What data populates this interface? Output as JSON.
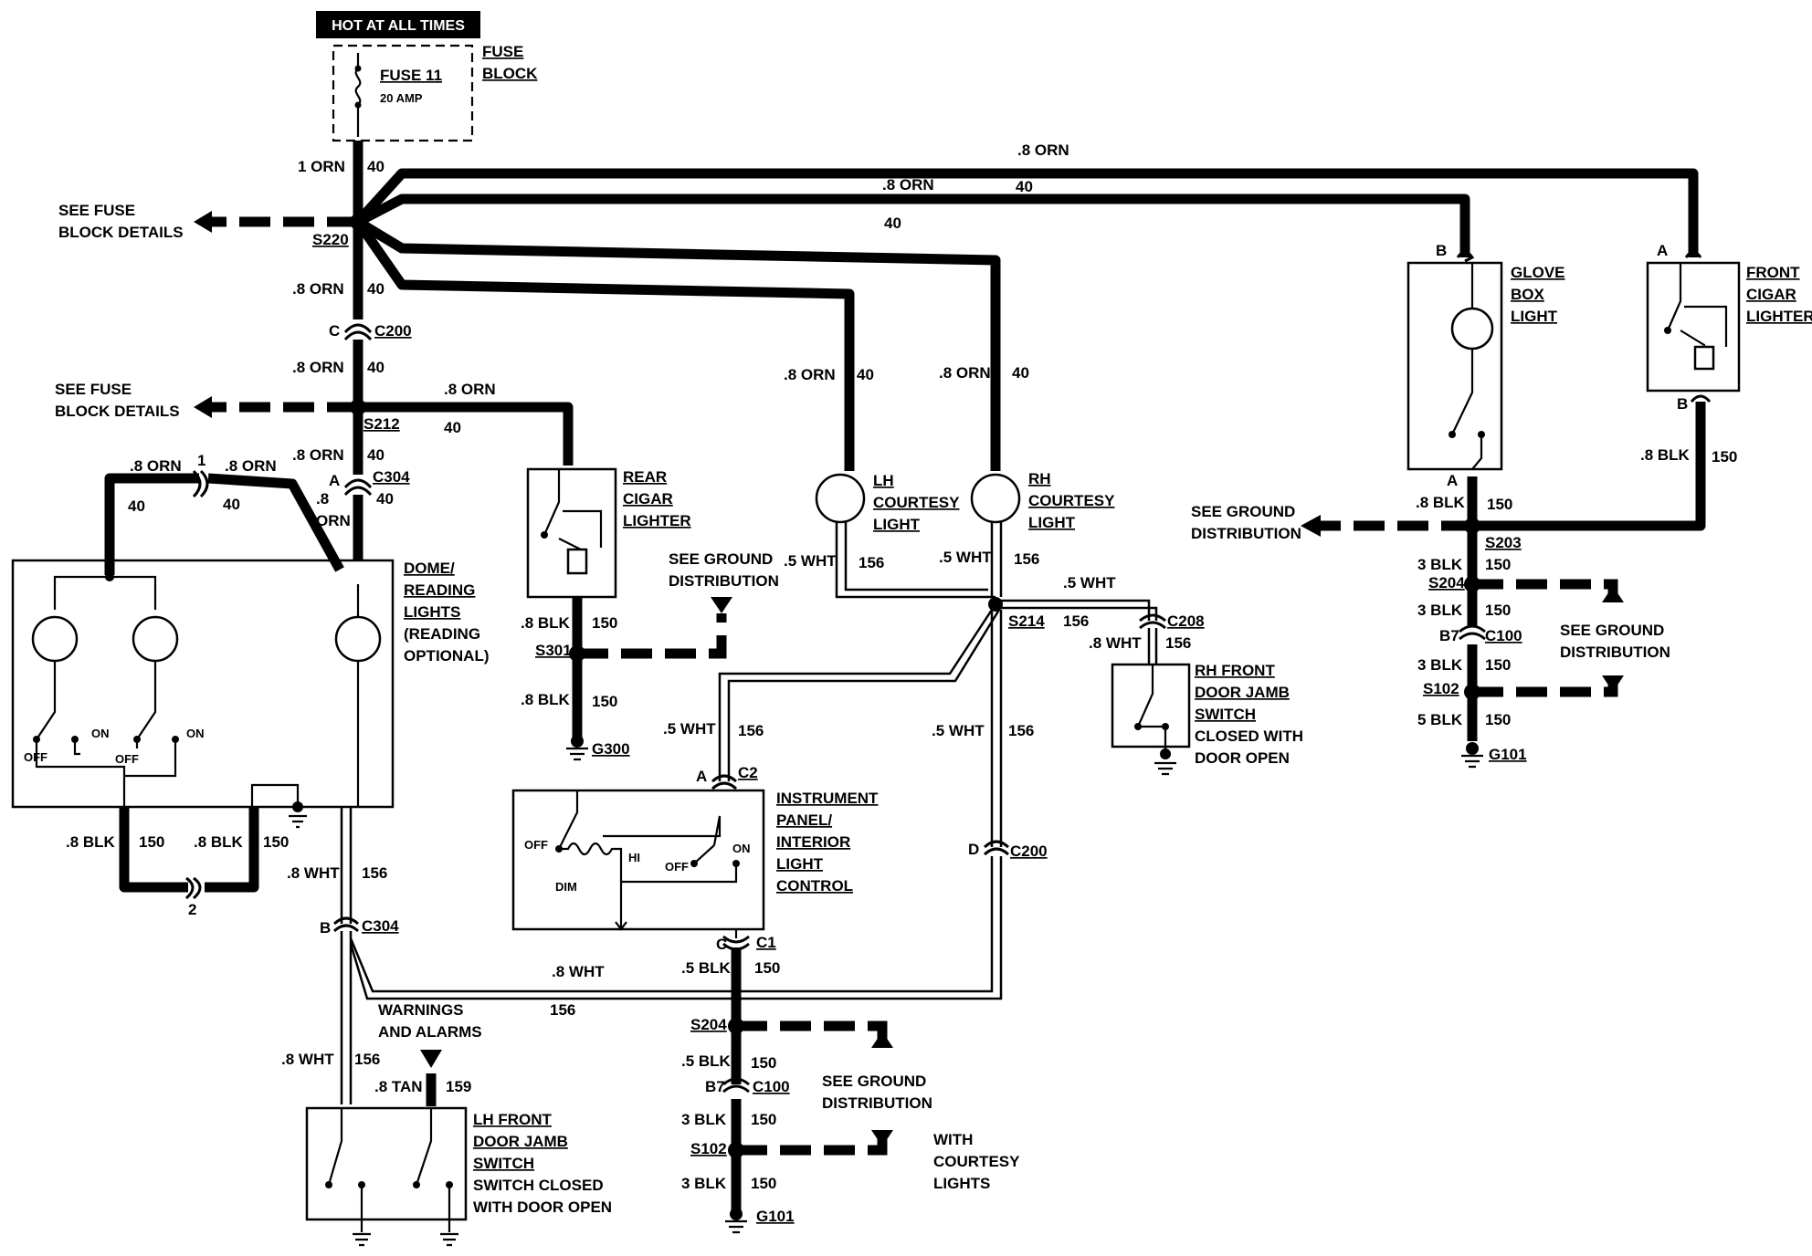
{
  "title": "HOT AT ALL TIMES",
  "fuse_block": {
    "label_line1": "FUSE",
    "label_line2": "BLOCK",
    "fuse_name": "FUSE 11",
    "fuse_rating": "20 AMP"
  },
  "see_fuse_1": {
    "line1": "SEE FUSE",
    "line2": "BLOCK DETAILS"
  },
  "see_fuse_2": {
    "line1": "SEE FUSE",
    "line2": "BLOCK DETAILS"
  },
  "see_ground": {
    "text_a1": "SEE GROUND",
    "text_a2": "DISTRIBUTION"
  },
  "splices": {
    "s220": "S220",
    "s212": "S212",
    "s301": "S301",
    "s214": "S214",
    "s203": "S203",
    "s204a": "S204",
    "s102a": "S102",
    "s204b": "S204",
    "s102b": "S102"
  },
  "connectors": {
    "c200a": "C200",
    "c200a_pin": "C",
    "c304a": "C304",
    "c304a_pin": "A",
    "c304b": "C304",
    "c304b_pin": "B",
    "c2": "C2",
    "c2_pin": "A",
    "c1": "C1",
    "c1_pin": "C",
    "c200b": "C200",
    "c200b_pin": "D",
    "c208": "C208",
    "c100a": "C100",
    "c100a_pin": "B7",
    "c100b": "C100",
    "c100b_pin": "B7",
    "pin1": "1",
    "pin2": "2"
  },
  "grounds": {
    "g300": "G300",
    "g101a": "G101",
    "g101b": "G101"
  },
  "components": {
    "dome": [
      "DOME/",
      "READING",
      "LIGHTS",
      "(READING",
      "OPTIONAL)"
    ],
    "rear_cigar": [
      "REAR",
      "CIGAR",
      "LIGHTER"
    ],
    "lh_courtesy": [
      "LH",
      "COURTESY",
      "LIGHT"
    ],
    "rh_courtesy": [
      "RH",
      "COURTESY",
      "LIGHT"
    ],
    "glove": [
      "GLOVE",
      "BOX",
      "LIGHT"
    ],
    "front_cigar": [
      "FRONT",
      "CIGAR",
      "LIGHTER"
    ],
    "rh_door": [
      "RH FRONT",
      "DOOR JAMB",
      "SWITCH",
      "CLOSED WITH",
      "DOOR OPEN"
    ],
    "ip_control": [
      "INSTRUMENT",
      "PANEL/",
      "INTERIOR",
      "LIGHT",
      "CONTROL"
    ],
    "lh_door": [
      "LH FRONT",
      "DOOR JAMB",
      "SWITCH",
      "SWITCH CLOSED",
      "WITH DOOR OPEN"
    ],
    "warnings": [
      "WARNINGS",
      "AND ALARMS"
    ],
    "with_courtesy": [
      "WITH",
      "COURTESY",
      "LIGHTS"
    ]
  },
  "switch_labels": {
    "off": "OFF",
    "on": "ON",
    "dim": "DIM",
    "hi": "HI"
  },
  "wires": {
    "w_1orn": "1 ORN",
    "w_8orn": ".8 ORN",
    "w_5wht": ".5 WHT",
    "w_8wht": ".8 WHT",
    "w_8blk": ".8 BLK",
    "w_3blk": "3 BLK",
    "w_5blk": "5 BLK",
    "w_5blk2": ".5 BLK",
    "w_8tan": ".8 TAN",
    "w_8_": ".8",
    "w_orn": "ORN",
    "c40": "40",
    "c150": "150",
    "c156": "156",
    "c159": "159"
  }
}
